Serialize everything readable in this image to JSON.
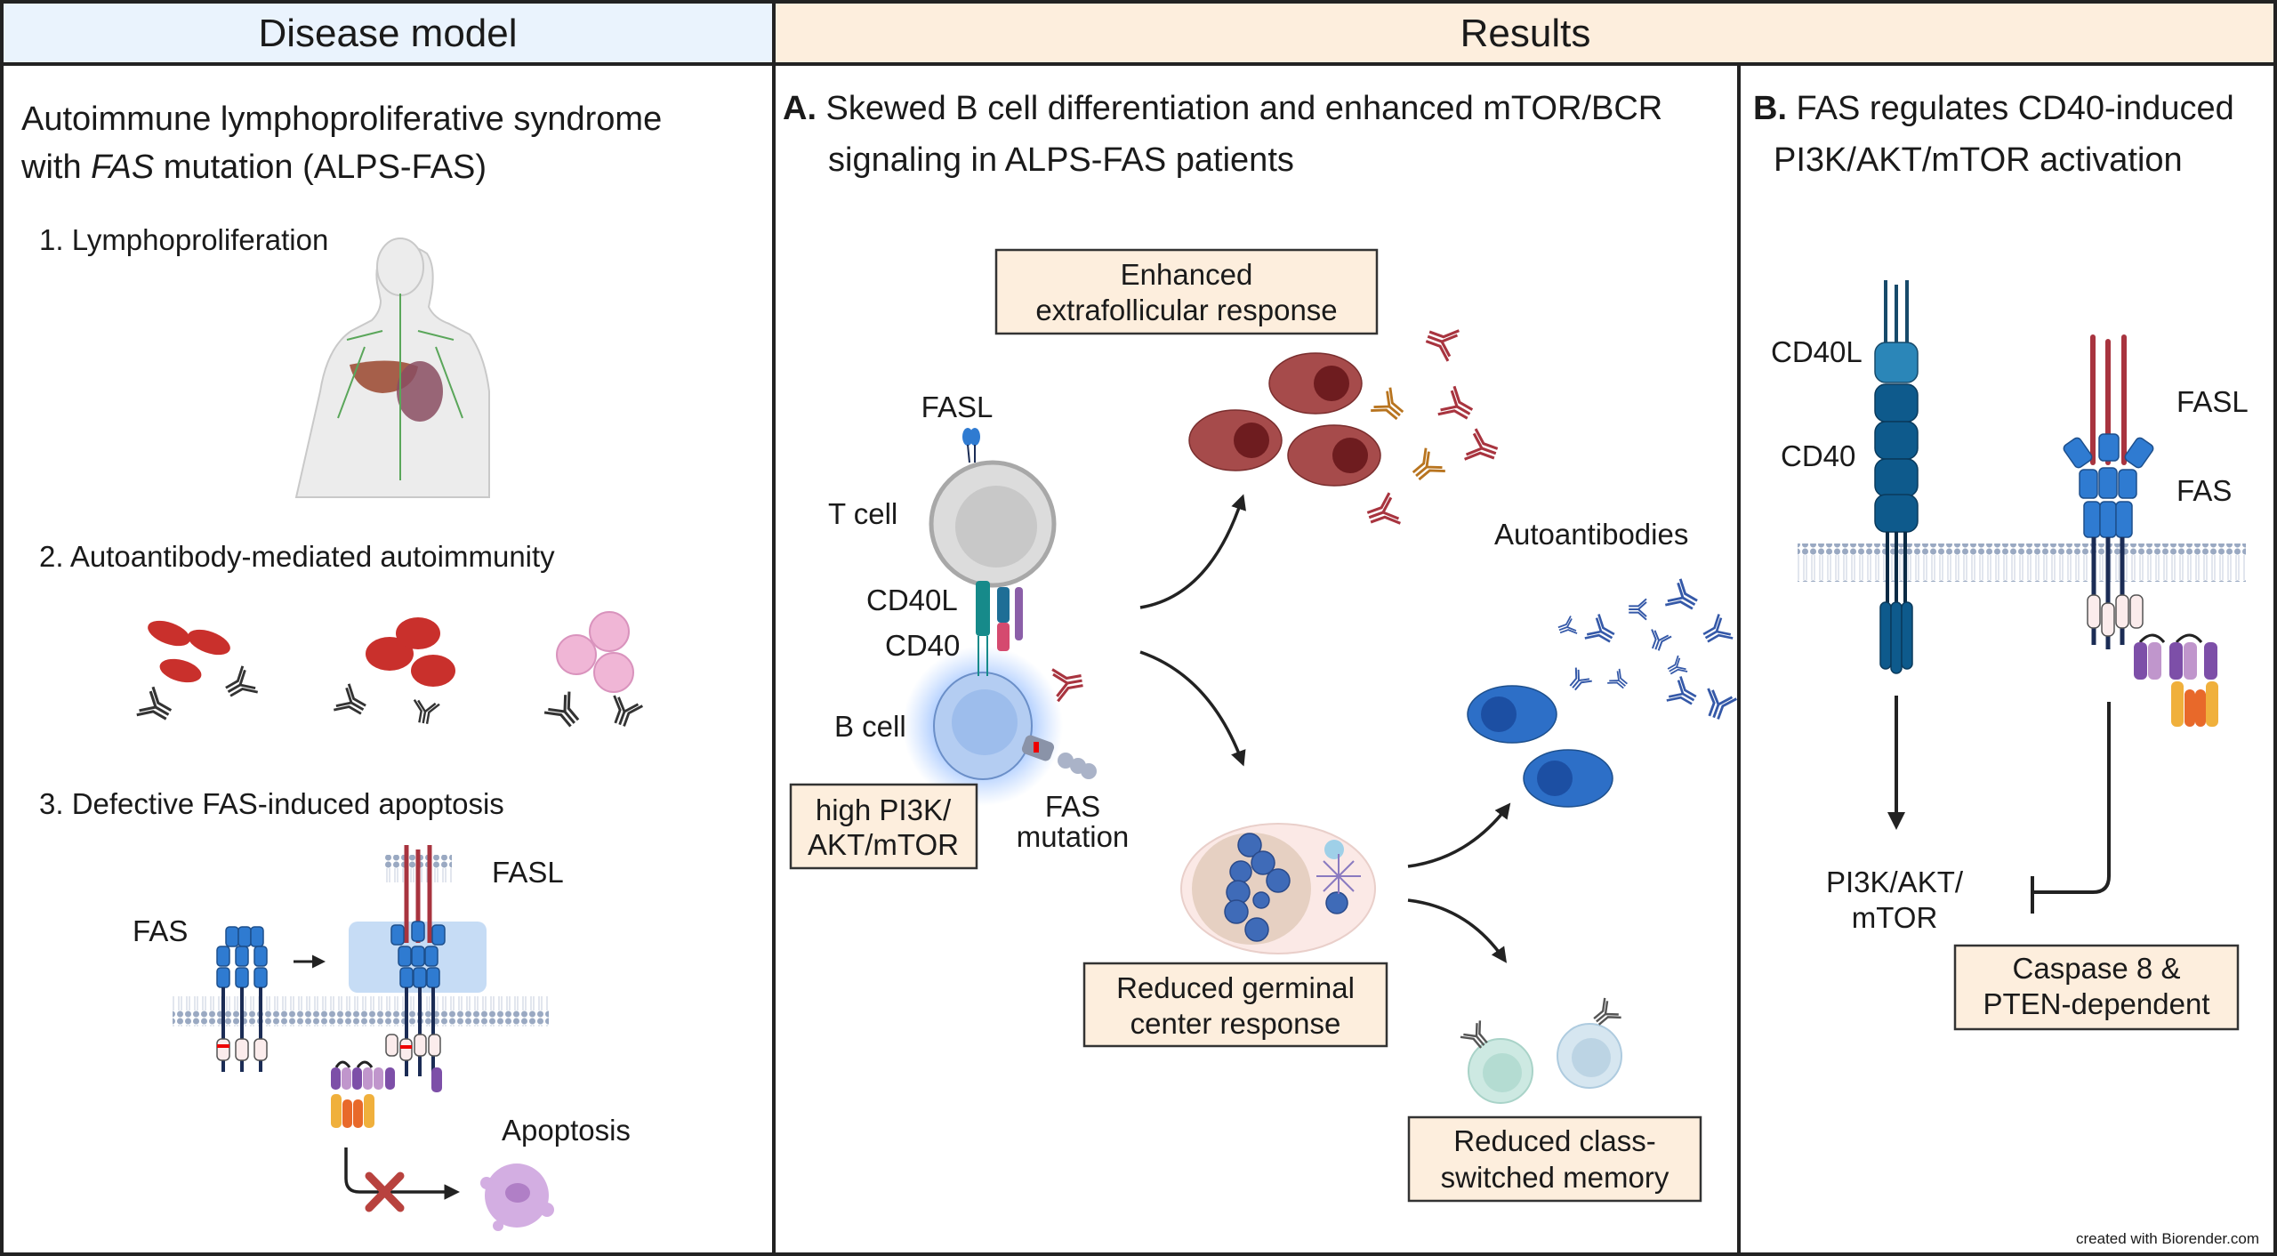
{
  "colors": {
    "disease_header_bg": "#eaf3fd",
    "results_header_bg": "#fdeedd",
    "callout_box_bg": "#fdeedd",
    "border": "#222222",
    "fas_blue": "#2f7bd1",
    "fasl_red": "#a8343f",
    "cd40_blue": "#0e5a8c",
    "plasma_cell_red": "#a64b4b",
    "memory_b_blue": "#2d6fc7"
  },
  "headers": {
    "disease_model": "Disease model",
    "results": "Results"
  },
  "disease_model": {
    "title_line1": "Autoimmune lymphoproliferative syndrome",
    "title_line2_pre": "with ",
    "title_line2_italic": "FAS",
    "title_line2_post": " mutation (ALPS-FAS)",
    "item1": "1. Lymphoproliferation",
    "item2": "2. Autoantibody-mediated autoimmunity",
    "item3": "3. Defective FAS-induced apoptosis",
    "fas_label": "FAS",
    "fasl_label": "FASL",
    "apoptosis_label": "Apoptosis"
  },
  "panel_a": {
    "letter": "A.",
    "title_line1": " Skewed B cell differentiation and enhanced mTOR/BCR",
    "title_line2": "signaling in ALPS-FAS patients",
    "fasl_label": "FASL",
    "t_cell_label": "T cell",
    "cd40l_label": "CD40L",
    "cd40_label": "CD40",
    "b_cell_label": "B cell",
    "pi3k_box": [
      "high PI3K/",
      "AKT/mTOR"
    ],
    "fas_mutation": [
      "FAS",
      "mutation"
    ],
    "extrafollicular_box": [
      "Enhanced",
      "extrafollicular response"
    ],
    "autoantibodies_label": "Autoantibodies",
    "germinal_box": [
      "Reduced germinal",
      "center response"
    ],
    "memory_box": [
      "Reduced class-",
      "switched memory"
    ]
  },
  "panel_b": {
    "letter": "B.",
    "title_line1": " FAS regulates CD40-induced",
    "title_line2": "PI3K/AKT/mTOR activation",
    "cd40l_label": "CD40L",
    "cd40_label": "CD40",
    "fasl_label": "FASL",
    "fas_label": "FAS",
    "pathway_label": [
      "PI3K/AKT/",
      "mTOR"
    ],
    "caspase_box": [
      "Caspase 8 &",
      "PTEN-dependent"
    ]
  },
  "credit": "created with Biorender.com"
}
